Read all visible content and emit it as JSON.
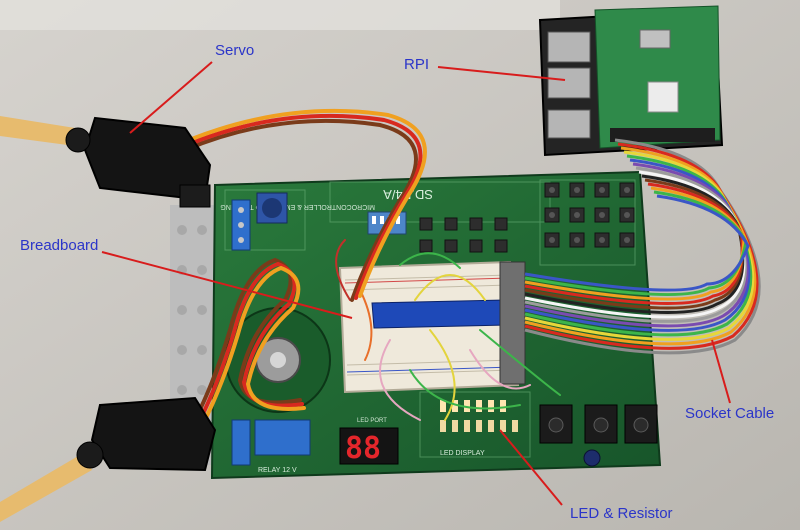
{
  "labels": {
    "servo": "Servo",
    "rpi": "RPI",
    "breadboard": "Breadboard",
    "socket_cable": "Socket Cable",
    "led_resistor": "LED  & Resistor"
  },
  "board": {
    "model": "SD.B4/A",
    "subtitle": "MICROCONTROLLER & EMBEDDED TRAINING",
    "display_digits": "88",
    "relay_label": "RELAY 12 V",
    "led_display_label": "LED DISPLAY",
    "led_port_label": "LED PORT"
  },
  "colors": {
    "label_text": "#2b35c9",
    "leader_line": "#d81c1c",
    "pcb": "#1f6b33",
    "background": "#c9c6c1"
  },
  "icons": {
    "servo": "servo-motor-icon",
    "rpi": "raspberry-pi-icon"
  }
}
